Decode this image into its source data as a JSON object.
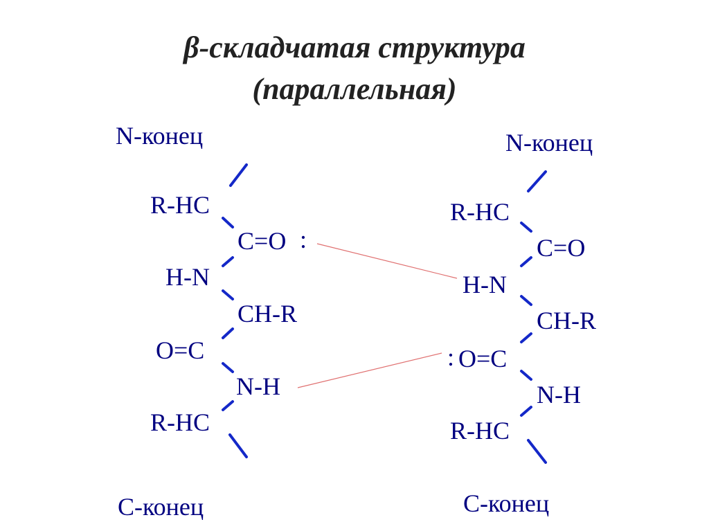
{
  "title": {
    "line1": "β-складчатая структура",
    "line2": "(параллельная)"
  },
  "left_chain": {
    "n_terminus": "N-конец",
    "c_terminus": "С-конец",
    "residues": [
      "R-HC",
      "C=O",
      "H-N",
      "CH-R",
      "O=C",
      "N-H",
      "R-HC"
    ],
    "colon": ":"
  },
  "right_chain": {
    "n_terminus": "N-конец",
    "c_terminus": "С-конец",
    "residues": [
      "R-HC",
      "C=O",
      "H-N",
      "CH-R",
      "O=C",
      "N-H",
      "R-HC"
    ],
    "colon": ":"
  },
  "colors": {
    "title": "#222222",
    "atoms": "#000080",
    "bonds": "#1428c8",
    "hydrogen_bond": "#e07070"
  }
}
